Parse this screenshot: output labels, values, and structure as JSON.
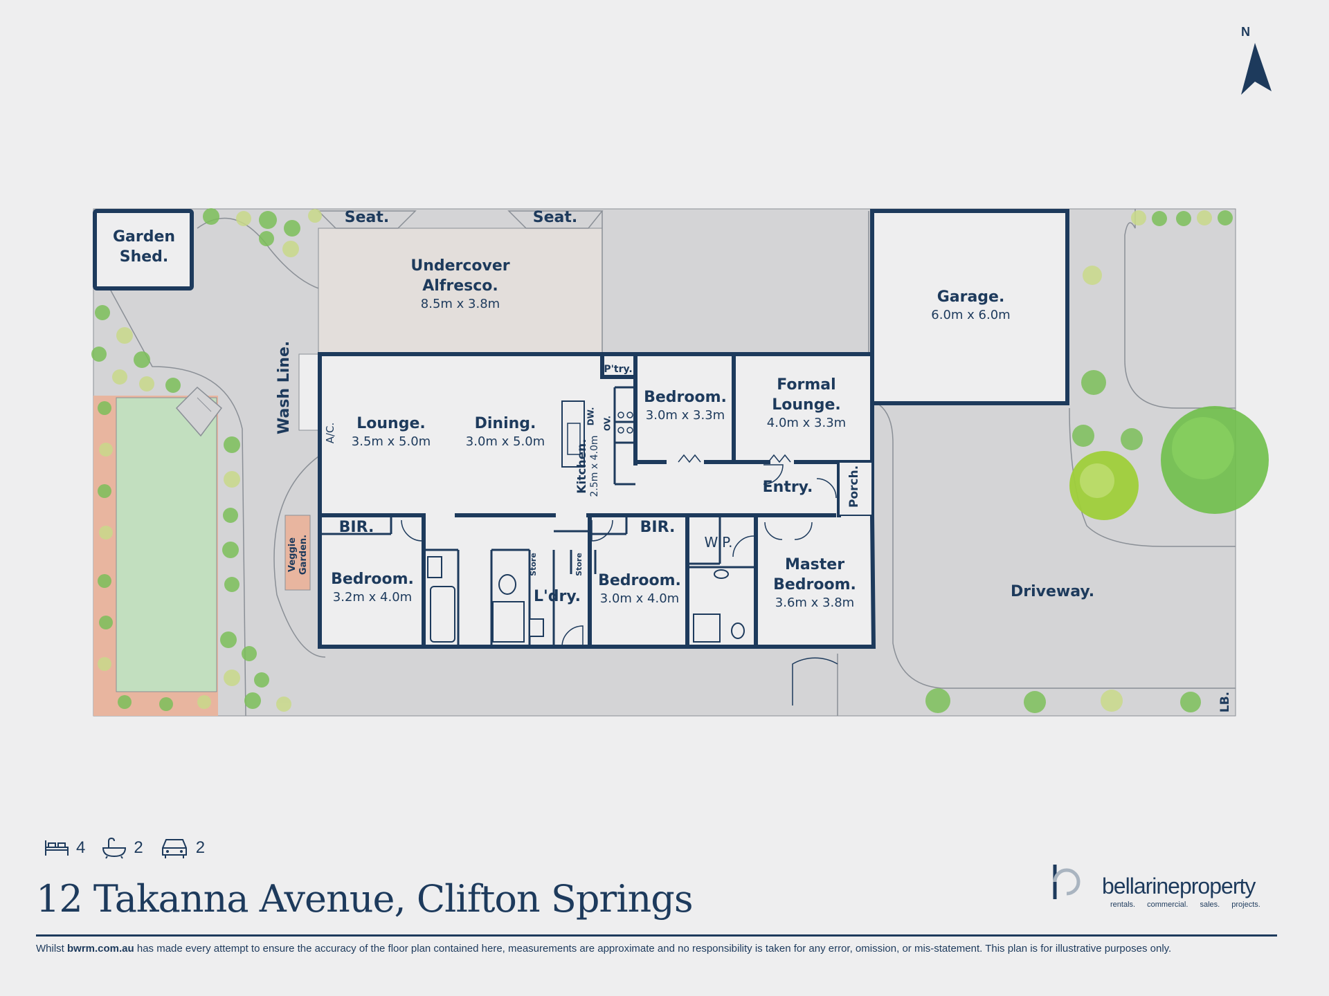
{
  "compass": {
    "label": "N"
  },
  "rooms": {
    "garden_shed": {
      "title_line1": "Garden",
      "title_line2": "Shed."
    },
    "seat_left": "Seat.",
    "seat_right": "Seat.",
    "alfresco": {
      "title_line1": "Undercover",
      "title_line2": "Alfresco.",
      "dims": "8.5m x 3.8m"
    },
    "garage": {
      "title": "Garage.",
      "dims": "6.0m x 6.0m"
    },
    "wash_line": "Wash Line.",
    "ac": "A/C.",
    "lounge": {
      "title": "Lounge.",
      "dims": "3.5m x 5.0m"
    },
    "dining": {
      "title": "Dining.",
      "dims": "3.0m x 5.0m"
    },
    "pantry": "P'try.",
    "dw": "DW.",
    "ov": "OV.",
    "kitchen": {
      "title": "Kitchen.",
      "dims": "2.5m x 4.0m"
    },
    "bedroom_a": {
      "title": "Bedroom.",
      "dims": "3.0m x 3.3m"
    },
    "formal_lounge": {
      "title_line1": "Formal",
      "title_line2": "Lounge.",
      "dims": "4.0m x 3.3m"
    },
    "entry": "Entry.",
    "porch": "Porch.",
    "bir_left": "BIR.",
    "bir_right": "BIR.",
    "wip": "WIP.",
    "bedroom_b": {
      "title": "Bedroom.",
      "dims": "3.2m x 4.0m"
    },
    "store_a": "Store",
    "store_b": "Store",
    "laundry": "L'dry.",
    "bedroom_c": {
      "title": "Bedroom.",
      "dims": "3.0m x 4.0m"
    },
    "master": {
      "title_line1": "Master",
      "title_line2": "Bedroom.",
      "dims": "3.6m x 3.8m"
    },
    "veggie": {
      "line1": "Veggie",
      "line2": "Garden."
    },
    "driveway": "Driveway.",
    "lb": "LB."
  },
  "stats": {
    "beds": "4",
    "baths": "2",
    "cars": "2"
  },
  "address": "12 Takanna Avenue, Clifton Springs",
  "brand": {
    "name": "bellarineproperty",
    "tagline": "rentals. commercial. sales. projects."
  },
  "disclaimer": {
    "pre": "Whilst ",
    "site": "bwrm.com.au",
    "post": " has made every attempt to ensure the accuracy of the floor plan contained here, measurements are approximate and no responsibility is taken for any error, omission, or mis-statement. This plan is for illustrative purposes only."
  },
  "colors": {
    "wall": "#1d3a5c",
    "paving": "#d4d4d6",
    "lawn": "#c2dfbf",
    "alfresco": "#e3dedb",
    "garden_bed": "#e8b59f",
    "veggie_bed": "#e8b59f"
  }
}
